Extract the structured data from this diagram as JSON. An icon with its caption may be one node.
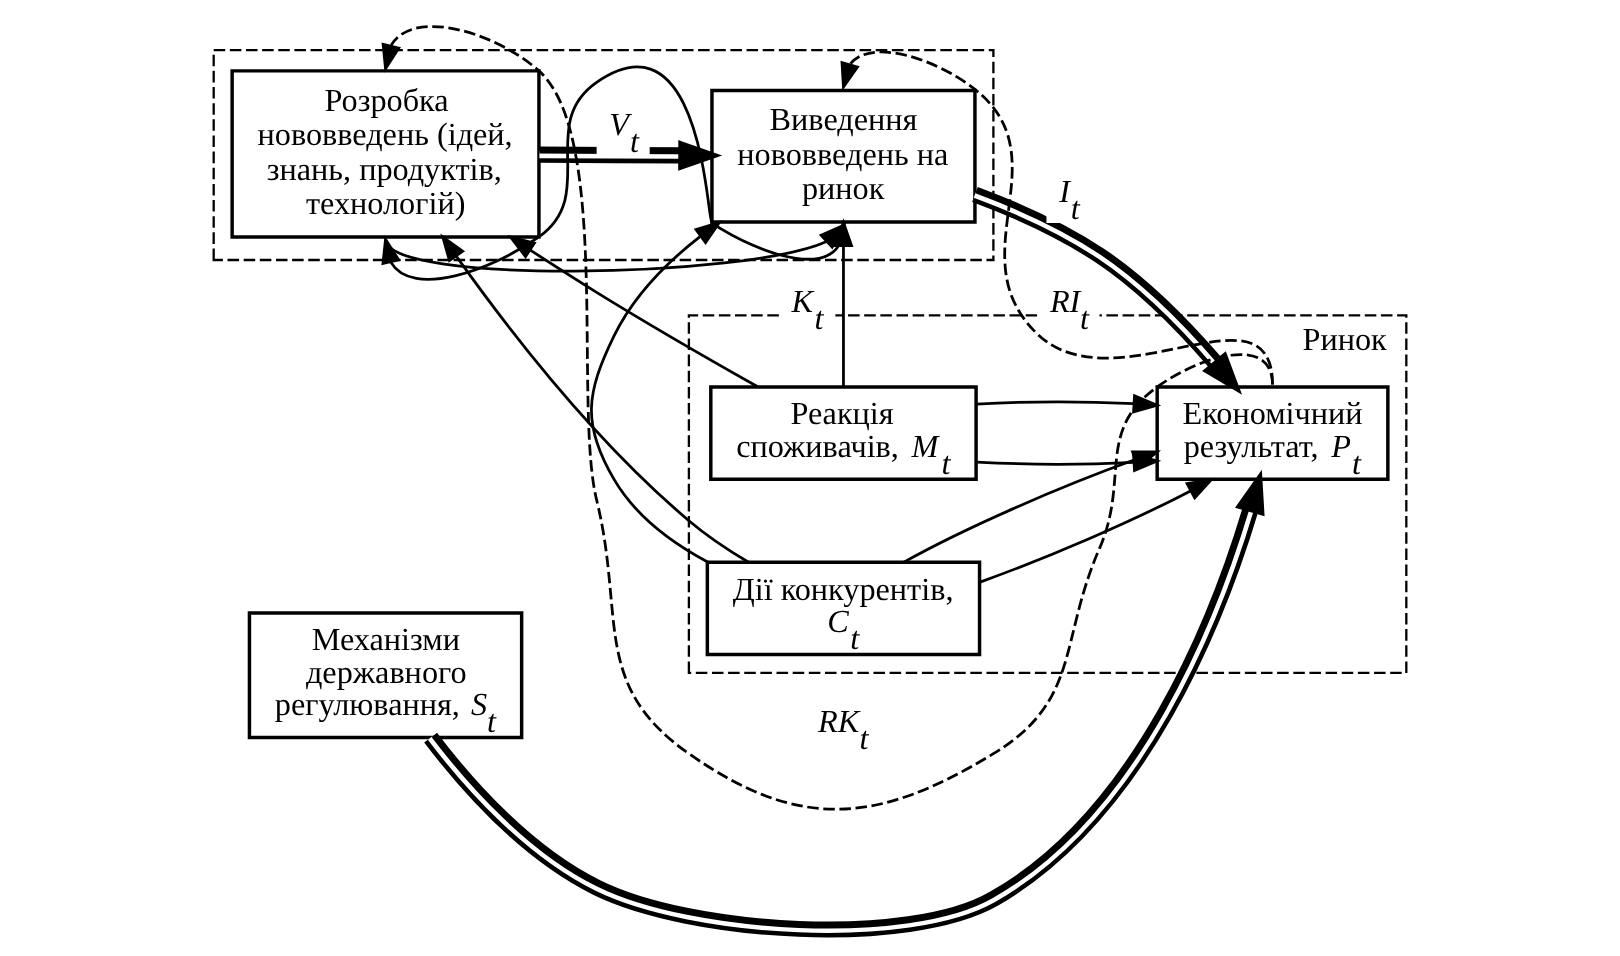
{
  "diagram": {
    "nodes": [
      {
        "text": [],
        "shape": "box"
      },
      {
        "text": [
          "Розробка нововведень (ідей, знань, продуктів, технологій)"
        ],
        "in": 0
      },
      {
        "text": [
          "Виведення нововведень на ринок"
        ],
        "in": 0
      },
      {
        "text": [
          "Ринок"
        ]
      },
      {
        "text": [
          "Реакція споживачів, *M*$_{t}$"
        ],
        "in": 3
      },
      {
        "text": [
          "Дії конкурентів, *C*$_{t}$"
        ],
        "in": 3
      },
      {
        "text": [
          "Економічний результат, *P*$_{t}$"
        ],
        "in": 3
      },
      {
        "text": [
          "Механізми державного регулювання, *S*$_{t}$"
        ]
      }
    ],
    "edges": [
      {
        "from": 1,
        "to": 2,
        "arrow": "to",
        "label": "*V*$_{t}$",
        "style": "thick"
      },
      {
        "from": 2,
        "to": 6,
        "arrow": "to",
        "label": "*I*$_{t}$",
        "style": "thick"
      },
      {
        "from": 4,
        "to": 6,
        "arrow": "to"
      },
      {
        "from": 4,
        "to": 6,
        "arrow": "to"
      },
      {
        "from": 5,
        "to": 6,
        "arrow": "to"
      },
      {
        "from": 5,
        "to": 6,
        "arrow": "to"
      },
      {
        "from": 7,
        "to": 6,
        "arrow": "to",
        "style": "thick"
      },
      {
        "from": 6,
        "to": 1,
        "arrow": "to",
        "label": "*RK*$_{t}$",
        "style": "dashed"
      },
      {
        "from": 6,
        "to": 2,
        "arrow": "to",
        "label": "*RI*$_{t}$",
        "style": "dashed"
      },
      {
        "from": 4,
        "to": 1,
        "arrow": "to"
      },
      {
        "from": 4,
        "to": 2,
        "arrow": "to",
        "label": "*K*$_{t}$"
      },
      {
        "from": 1,
        "to": 2,
        "arrow": "to"
      },
      {
        "from": 2,
        "to": 1,
        "arrow": "to"
      },
      {
        "from": 5,
        "to": 1,
        "arrow": "to"
      },
      {
        "from": 5,
        "to": 2,
        "arrow": "to"
      }
    ]
  }
}
